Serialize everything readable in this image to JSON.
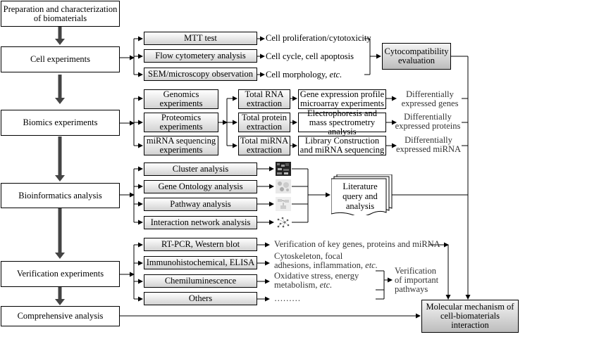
{
  "stages": {
    "prep": "Preparation and characterization of biomaterials",
    "cell": "Cell experiments",
    "biomics": "Biomics experiments",
    "bioinfo": "Bioinformatics analysis",
    "verification": "Verification experiments",
    "comprehensive": "Comprehensive analysis"
  },
  "cell_methods": [
    "MTT test",
    "Flow cytometery  analysis",
    "SEM/microscopy observation"
  ],
  "cell_results": [
    "Cell proliferation/cytotoxicity",
    "Cell cycle, cell apoptosis",
    "Cell morphology, etc."
  ],
  "cytocompat": "Cytocompatibility evaluation",
  "omics": [
    "Genomics experiments",
    "Proteomics experiments",
    "miRNA sequencing experiments"
  ],
  "extraction": [
    "Total RNA extraction",
    "Total protein extraction",
    "Total miRNA extraction"
  ],
  "omics_methods": [
    "Gene expression profile microarray experiments",
    "Electrophoresis and mass spectrometry analysis",
    "Library Construction and miRNA sequencing"
  ],
  "omics_results": [
    "Differentially expressed genes",
    "Differentially expressed proteins",
    "Differentially expressed miRNA"
  ],
  "bioinfo_methods": [
    "Cluster analysis",
    "Gene Ontology analysis",
    "Pathway analysis",
    "Interaction network analysis"
  ],
  "literature": "Literature query and analysis",
  "verify_methods": [
    "RT-PCR, Western blot",
    "Immunohistochemical, ELISA",
    "Chemiluminescence",
    "Others"
  ],
  "verify_results": {
    "key": "Verification of key genes, proteins and miRNA",
    "cyto": "Cytoskeleton, focal adhesions, inflammation, etc.",
    "oxid": "Oxidative stress, energy metabolism, etc.",
    "dots": "………"
  },
  "pathways": "Verification of important pathways",
  "mechanism": "Molecular mechanism of cell-biomaterials interaction"
}
